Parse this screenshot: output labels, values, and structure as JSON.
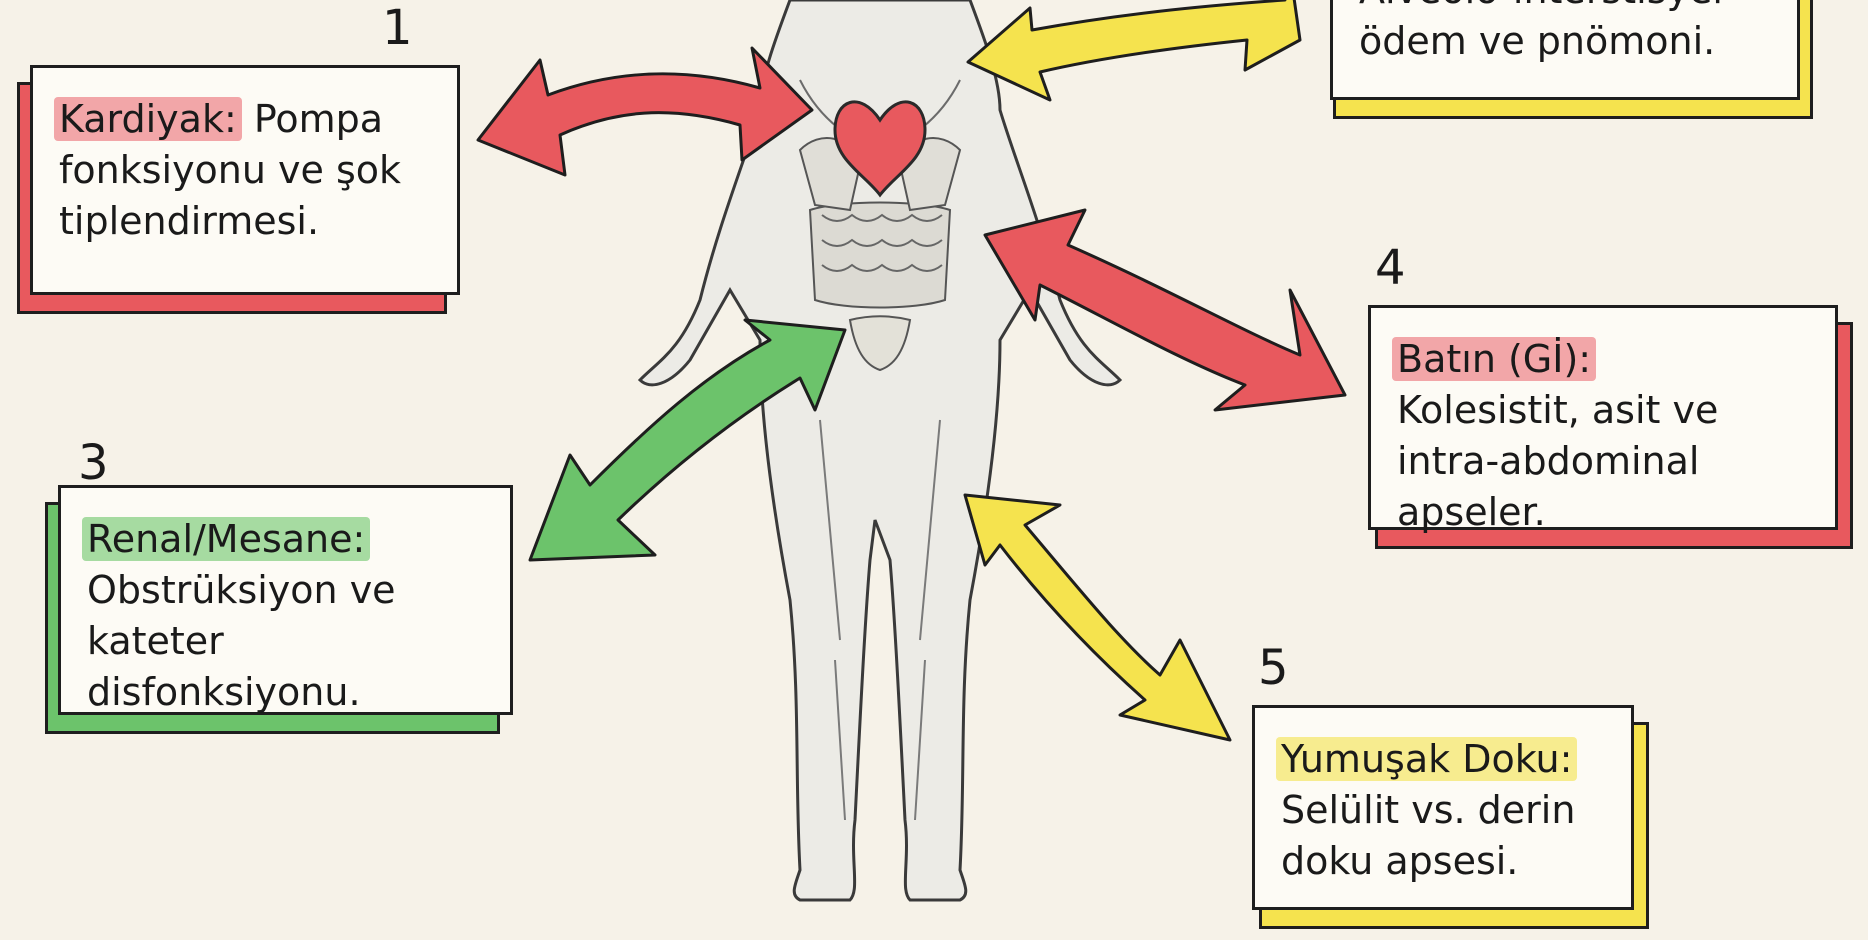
{
  "colors": {
    "red": "#e8595e",
    "green": "#6cc36b",
    "yellow": "#f5e34e",
    "ink": "#1e1e1e",
    "paper": "#f6f2e8"
  },
  "figure": {
    "icon": "human-anatomy-figure"
  },
  "cards": [
    {
      "id": "kardiyak",
      "number": "1",
      "title": "Kardiyak:",
      "body_inline": " Pompa",
      "body_lines": [
        "fonksiyonu ve şok",
        "tiplendirmesi."
      ],
      "color": "#e8595e"
    },
    {
      "id": "pulmoner",
      "number": "",
      "title": "",
      "body_inline": "",
      "body_lines": [
        "Alveolo-interstisyel",
        "ödem ve pnömoni."
      ],
      "color": "#f5e34e"
    },
    {
      "id": "renal",
      "number": "3",
      "title": "Renal/Mesane:",
      "body_inline": "",
      "body_lines": [
        "Obstrüksiyon ve",
        "kateter disfonksiyonu."
      ],
      "color": "#6cc36b"
    },
    {
      "id": "batin",
      "number": "4",
      "title": "Batın (Gİ):",
      "body_inline": "",
      "body_lines": [
        "Kolesistit, asit ve",
        "intra-abdominal apseler."
      ],
      "color": "#e8595e"
    },
    {
      "id": "yumusak",
      "number": "5",
      "title": "Yumuşak Doku:",
      "body_inline": "",
      "body_lines": [
        "Selülit vs. derin",
        "doku apsesi."
      ],
      "color": "#f5e34e"
    }
  ]
}
